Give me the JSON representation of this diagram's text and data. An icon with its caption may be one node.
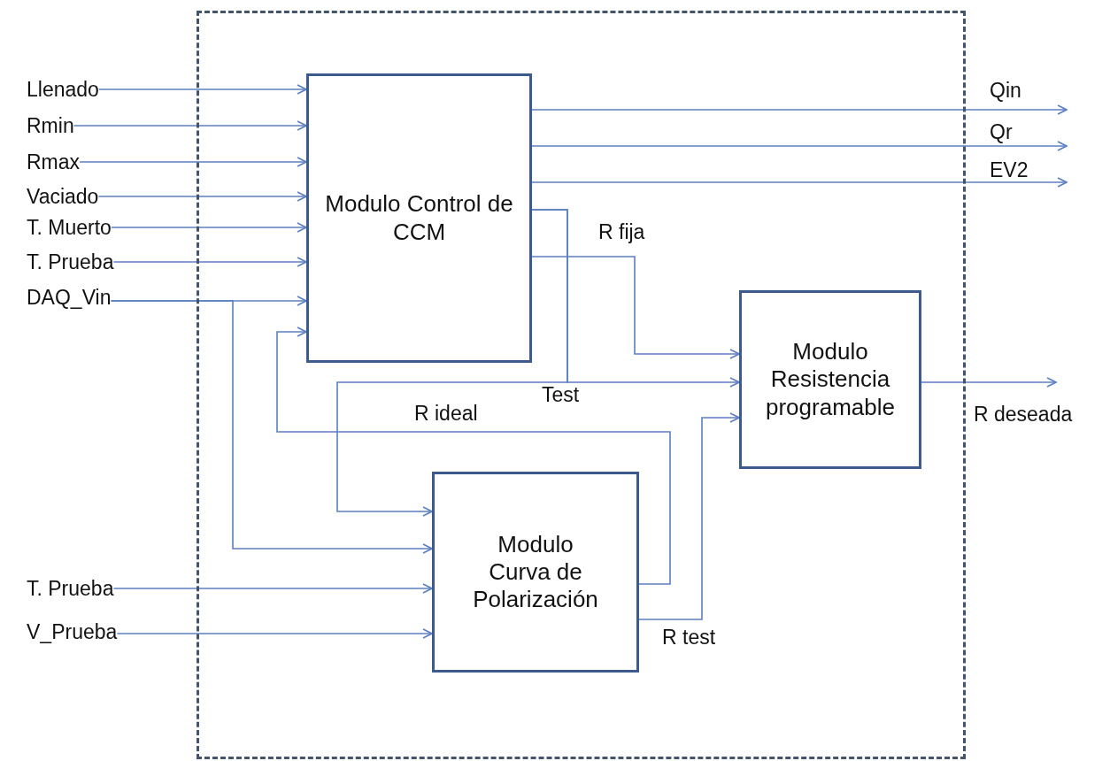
{
  "diagram": {
    "nodes": [
      {
        "text": [],
        "shape": "box"
      },
      {
        "text": [
          "Modulo Control de CCM"
        ],
        "in": 0
      },
      {
        "text": [
          "Modulo Resistencia programable"
        ],
        "in": 0
      },
      {
        "text": [
          "Modulo Curva de Polarización"
        ],
        "in": 0
      },
      {
        "text": [
          "Llenado"
        ]
      },
      {
        "text": [
          "Rmin"
        ]
      },
      {
        "text": [
          "Rmax"
        ]
      },
      {
        "text": [
          "Vaciado"
        ]
      },
      {
        "text": [
          "T. Muerto"
        ]
      },
      {
        "text": [
          "T. Prueba"
        ]
      },
      {
        "text": [
          "DAQ_Vin"
        ]
      },
      {
        "text": [
          "T. Prueba"
        ]
      },
      {
        "text": [
          "V_Prueba"
        ]
      }
    ],
    "edges": [
      {
        "from": 4,
        "to": 1,
        "arrow": "to"
      },
      {
        "from": 5,
        "to": 1,
        "arrow": "to"
      },
      {
        "from": 6,
        "to": 1,
        "arrow": "to"
      },
      {
        "from": 7,
        "to": 1,
        "arrow": "to"
      },
      {
        "from": 8,
        "to": 1,
        "arrow": "to"
      },
      {
        "from": 9,
        "to": 1,
        "arrow": "to"
      },
      {
        "from": 10,
        "to": 1,
        "arrow": "to"
      },
      {
        "from": 10,
        "to": 3,
        "arrow": "to"
      },
      {
        "from": 11,
        "to": 3,
        "arrow": "to"
      },
      {
        "from": 12,
        "to": 3,
        "arrow": "to"
      },
      {
        "from": 1,
        "to": null,
        "arrow": "to",
        "label": "Qin"
      },
      {
        "from": 1,
        "to": null,
        "arrow": "to",
        "label": "Qr"
      },
      {
        "from": 1,
        "to": null,
        "arrow": "to",
        "label": "EV2"
      },
      {
        "from": 1,
        "to": 2,
        "arrow": "to",
        "label": "Test"
      },
      {
        "from": 1,
        "to": 3,
        "arrow": "to"
      },
      {
        "from": 1,
        "to": 2,
        "arrow": "to",
        "label": "R fija"
      },
      {
        "from": 3,
        "to": 1,
        "arrow": "to",
        "label": "R ideal"
      },
      {
        "from": 3,
        "to": 2,
        "arrow": "to",
        "label": "R test"
      },
      {
        "from": 2,
        "to": null,
        "arrow": "to",
        "label": "R deseada"
      }
    ]
  }
}
